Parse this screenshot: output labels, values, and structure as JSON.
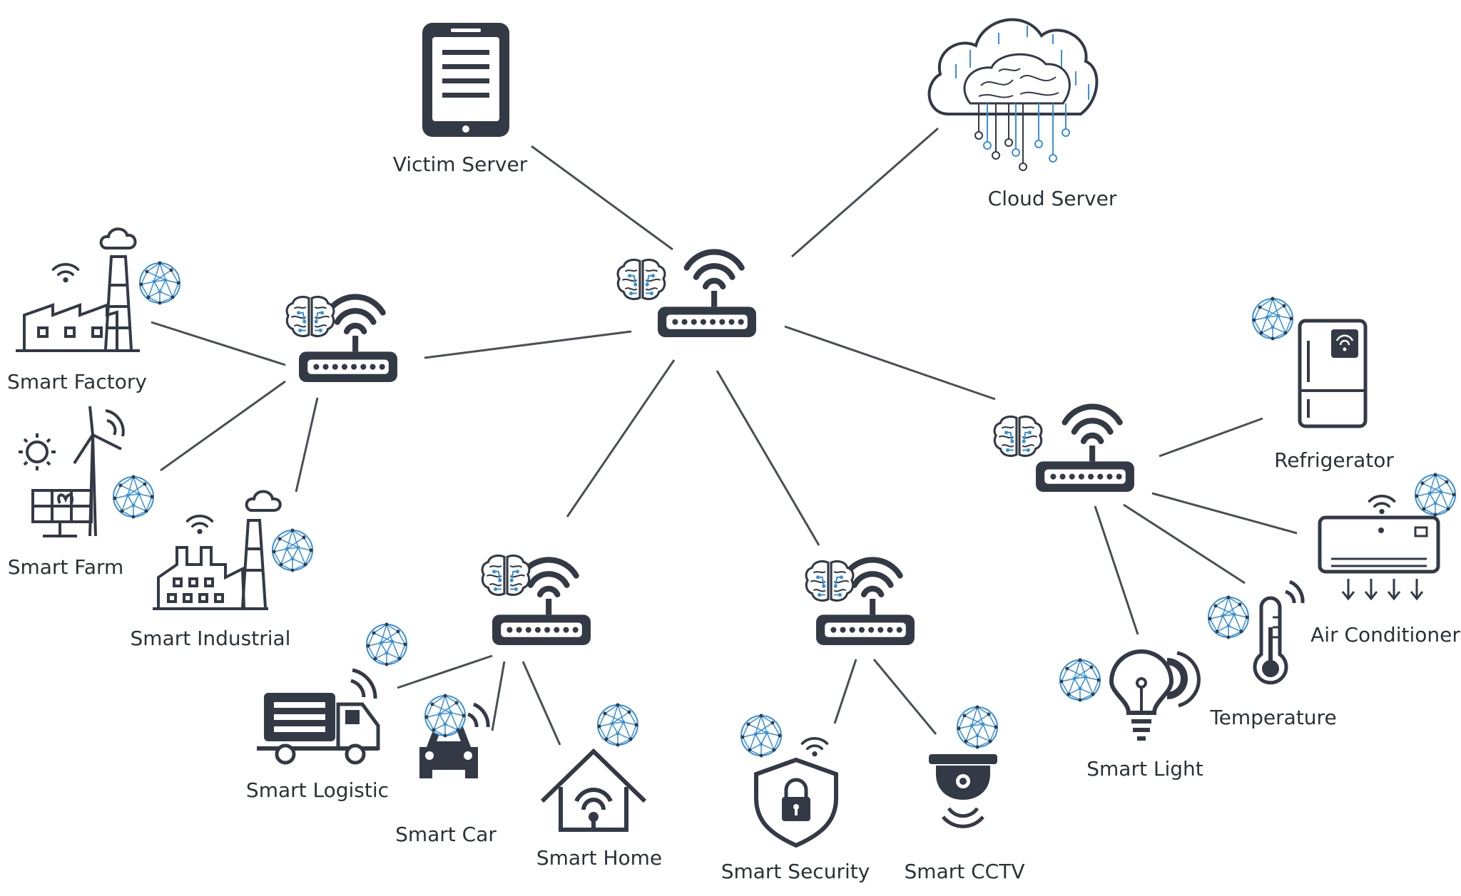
{
  "colors": {
    "icon": "#333a45",
    "link": "#4a4f55",
    "ai_accent": "#3a8fd6",
    "background": "#ffffff"
  },
  "hubs": [
    {
      "id": "main",
      "icon": "wifi-router-icon",
      "ai_badge": "ai-brain-icon"
    },
    {
      "id": "industrial",
      "icon": "wifi-router-icon",
      "ai_badge": "ai-brain-icon"
    },
    {
      "id": "mobility-home",
      "icon": "wifi-router-icon",
      "ai_badge": "ai-brain-icon"
    },
    {
      "id": "security",
      "icon": "wifi-router-icon",
      "ai_badge": "ai-brain-icon"
    },
    {
      "id": "appliances",
      "icon": "wifi-router-icon",
      "ai_badge": "ai-brain-icon"
    }
  ],
  "nodes": {
    "victim_server": {
      "label": "Victim Server",
      "icon": "tablet-server-icon"
    },
    "cloud_server": {
      "label": "Cloud Server",
      "icon": "cloud-brain-icon"
    },
    "smart_factory": {
      "label": "Smart Factory",
      "icon": "factory-icon"
    },
    "smart_farm": {
      "label": "Smart Farm",
      "icon": "solar-wind-farm-icon"
    },
    "smart_industrial": {
      "label": "Smart Industrial",
      "icon": "industrial-plant-icon"
    },
    "smart_logistic": {
      "label": "Smart Logistic",
      "icon": "truck-icon"
    },
    "smart_car": {
      "label": "Smart Car",
      "icon": "car-icon"
    },
    "smart_home": {
      "label": "Smart Home",
      "icon": "home-icon"
    },
    "smart_security": {
      "label": "Smart Security",
      "icon": "shield-lock-icon"
    },
    "smart_cctv": {
      "label": "Smart CCTV",
      "icon": "cctv-camera-icon"
    },
    "smart_light": {
      "label": "Smart Light",
      "icon": "light-bulb-icon"
    },
    "temperature": {
      "label": "Temperature",
      "icon": "thermometer-icon"
    },
    "air_conditioner": {
      "label": "Air Conditioner",
      "icon": "air-conditioner-icon"
    },
    "refrigerator": {
      "label": "Refrigerator",
      "icon": "refrigerator-icon"
    }
  }
}
